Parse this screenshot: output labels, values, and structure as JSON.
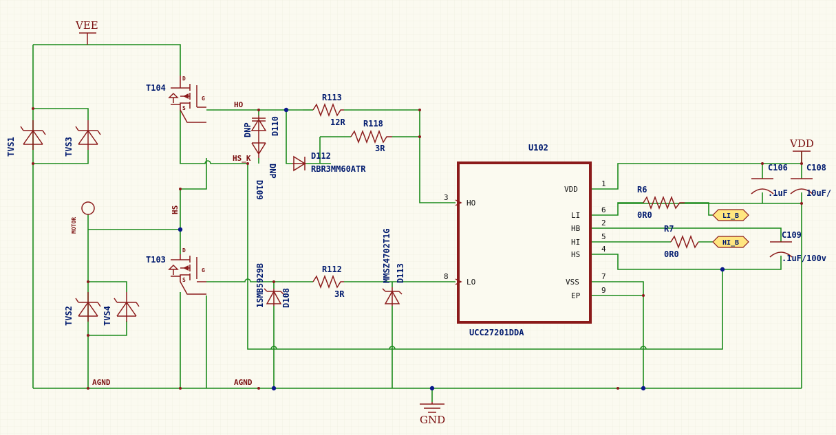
{
  "power": {
    "vee": "VEE",
    "vdd": "VDD",
    "gnd": "GND"
  },
  "nets": {
    "ho": "HO",
    "hs_k": "HS_K",
    "hs": "HS",
    "motor": "MOTOR",
    "agnd_left": "AGND",
    "agnd_mid": "AGND"
  },
  "mosfets": {
    "t104": {
      "ref": "T104",
      "d": "D",
      "g": "G",
      "s": "S"
    },
    "t103": {
      "ref": "T103",
      "d": "D",
      "g": "G",
      "s": "S"
    }
  },
  "tvs": {
    "tvs1": "TVS1",
    "tvs3": "TVS3",
    "tvs2": "TVS2",
    "tvs4": "TVS4"
  },
  "diodes": {
    "d110": {
      "ref": "D110",
      "note": "DNP"
    },
    "d109": {
      "ref": "D109",
      "note": "DNP"
    },
    "d112": {
      "ref": "D112",
      "value": "RBR3MM60ATR"
    },
    "d108": {
      "ref": "D108",
      "value": "1SMB5929B"
    },
    "d113": {
      "ref": "D113",
      "value": "MMSZ4702T1G"
    }
  },
  "resistors": {
    "r113": {
      "ref": "R113",
      "value": "12R"
    },
    "r118": {
      "ref": "R118",
      "value": "3R"
    },
    "r112": {
      "ref": "R112",
      "value": "3R"
    },
    "r6": {
      "ref": "R6",
      "value": "0R0"
    },
    "r7": {
      "ref": "R7",
      "value": "0R0"
    }
  },
  "capacitors": {
    "c106": {
      "ref": "C106",
      "value": ".1uF"
    },
    "c108": {
      "ref": "C108",
      "value": "10uF/"
    },
    "c109": {
      "ref": "C109",
      "value": ".1uF/100v"
    }
  },
  "ic": {
    "ref": "U102",
    "part": "UCC27201DDA",
    "pins": {
      "ho": {
        "num": "3",
        "name": "HO"
      },
      "lo": {
        "num": "8",
        "name": "LO"
      },
      "vdd": {
        "num": "1",
        "name": "VDD"
      },
      "li": {
        "num": "6",
        "name": "LI"
      },
      "hb": {
        "num": "2",
        "name": "HB"
      },
      "hi": {
        "num": "5",
        "name": "HI"
      },
      "hs": {
        "num": "4",
        "name": "HS"
      },
      "vss": {
        "num": "7",
        "name": "VSS"
      },
      "ep": {
        "num": "9",
        "name": "EP"
      }
    }
  },
  "ports": {
    "li_b": "LI_B",
    "hi_b": "HI_B"
  },
  "colors": {
    "wire": "#1a8a1a",
    "component": "#8b1a1a",
    "designator": "#001a6e",
    "background": "#fbfaf0",
    "port_fill": "#ffe680"
  }
}
